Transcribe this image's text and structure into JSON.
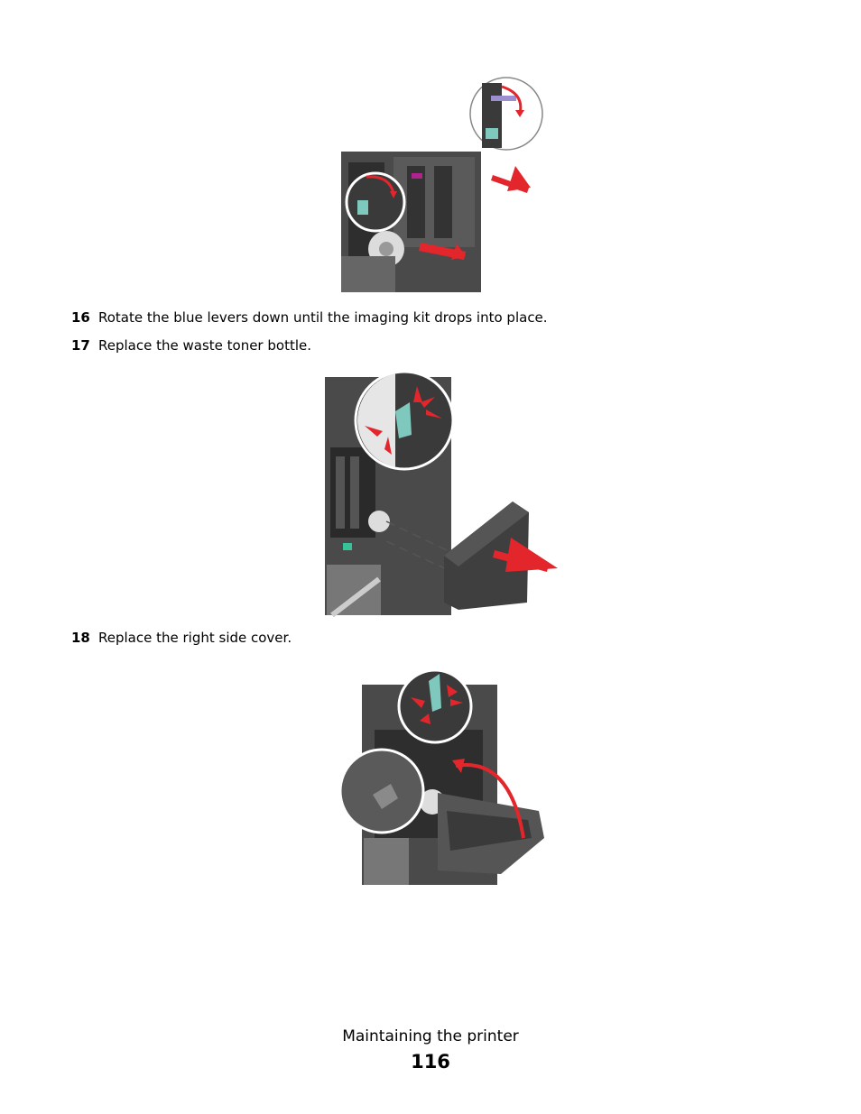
{
  "steps": [
    {
      "number": "16",
      "text": "Rotate the blue levers down until the imaging kit drops into place."
    },
    {
      "number": "17",
      "text": "Replace the waste toner bottle."
    },
    {
      "number": "18",
      "text": "Replace the right side cover."
    }
  ],
  "footer": {
    "section": "Maintaining the printer",
    "page_number": "116"
  },
  "colors": {
    "arrow_red": "#e3262c",
    "lever_teal": "#7fc8bd",
    "printer_dark": "#3a3a3a"
  }
}
